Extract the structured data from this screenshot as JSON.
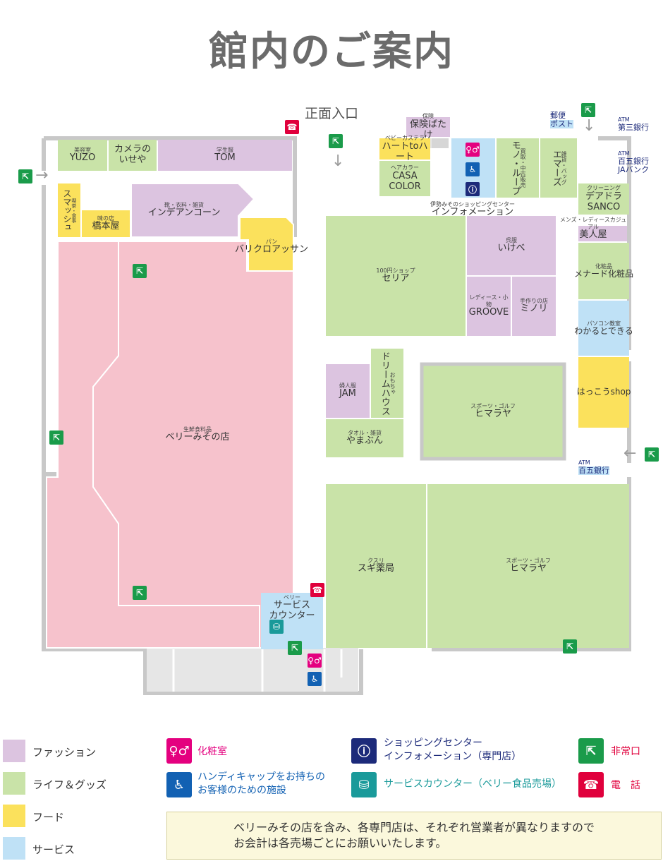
{
  "title": "館内のご案内",
  "entrance": "正面入口",
  "colors": {
    "fashion": "#dcc4e0",
    "life": "#c9e3a8",
    "food": "#fbe15c",
    "service": "#bfe1f6",
    "supermarket": "#f6c2cc",
    "common": "#e6e6e6",
    "wall": "#bdbdbd"
  },
  "stores": {
    "yuzo": {
      "sub": "美容室",
      "name": "YUZO"
    },
    "camera": {
      "name": "カメラの\nいせや"
    },
    "tom": {
      "sub": "学生服",
      "name": "TOM"
    },
    "indian": {
      "sub": "靴・衣料・雑貨",
      "name": "インデアンコーン"
    },
    "smash": {
      "sub": "喫茶・食事",
      "name": "スマッシュ"
    },
    "hashimoto": {
      "sub": "味の店",
      "name": "橋本屋"
    },
    "barikuro": {
      "sub": "パン",
      "name": "バリクロアッサン"
    },
    "berry": {
      "sub": "生鮮食料品",
      "name": "ベリーみその店"
    },
    "hoken": {
      "sub": "保険",
      "name": "保険ばたけ"
    },
    "heart": {
      "sub": "ベビーカステラ",
      "name": "ハートtoハート"
    },
    "casa": {
      "sub": "ヘアカラー",
      "name": "CASA COLOR"
    },
    "mono": {
      "sub": "買取・中古販売",
      "name": "モノ・ループ"
    },
    "emaz": {
      "sub": "雑貨・バッグ",
      "name": "エマーズ"
    },
    "info": {
      "sub": "伊勢みそのショッピングセンター",
      "name": "インフォメーション"
    },
    "deadra": {
      "sub": "クリーニング",
      "name": "デアドラ\nSANCO"
    },
    "bijin": {
      "sub": "メンズ・レディースカジュアル",
      "name": "美人屋"
    },
    "seria": {
      "sub": "100円ショップ",
      "name": "セリア"
    },
    "ikebe": {
      "sub": "呉服",
      "name": "いけべ"
    },
    "groove": {
      "sub": "レディース・小物",
      "name": "GROOVE"
    },
    "minori": {
      "sub": "手作りの店",
      "name": "ミノリ"
    },
    "menard": {
      "sub": "化粧品",
      "name": "メナード化粧品"
    },
    "wakaru": {
      "sub": "パソコン教室",
      "name": "わかるとできる"
    },
    "hakko": {
      "name": "はっこうshop"
    },
    "jam": {
      "sub": "婦人服",
      "name": "JAM"
    },
    "dream": {
      "sub": "おもちゃ",
      "name": "ドリームハウス"
    },
    "yamabun": {
      "sub": "タオル・雑貨",
      "name": "やまぶん"
    },
    "himaraya1": {
      "sub": "スポーツ・ゴルフ",
      "name": "ヒマラヤ"
    },
    "sugi": {
      "sub": "クスリ",
      "name": "スギ薬局"
    },
    "himaraya2": {
      "sub": "スポーツ・ゴルフ",
      "name": "ヒマラヤ"
    },
    "servicecounter": {
      "sub": "ベリー",
      "name": "サービス\nカウンター"
    }
  },
  "atms": {
    "post": {
      "l1": "郵便",
      "l2": "ポスト"
    },
    "atm_daisan": {
      "l1": "ATM",
      "l2": "第三銀行"
    },
    "atm_hyakugo_ja": {
      "l1": "ATM",
      "l2": "百五銀行",
      "l3": "JAバンク"
    },
    "atm_hyakugo": {
      "l1": "ATM",
      "l2": "百五銀行"
    }
  },
  "legend": {
    "categories": [
      {
        "label": "ファッション",
        "color": "#dcc4e0"
      },
      {
        "label": "ライフ＆グッズ",
        "color": "#c9e3a8"
      },
      {
        "label": "フード",
        "color": "#fbe15c"
      },
      {
        "label": "サービス",
        "color": "#bfe1f6"
      }
    ],
    "wc": {
      "label": "化粧室",
      "color": "#e4007f"
    },
    "handicap": {
      "label": "ハンディキャップをお持ちの\nお客様のための施設",
      "color": "#1261b3"
    },
    "info": {
      "label": "ショッピングセンター\nインフォメーション（専門店）",
      "color": "#1c2a7a"
    },
    "servicecounter": {
      "label": "サービスカウンター（ベリー食品売場）",
      "color": "#1a9a9a"
    },
    "exit": {
      "label": "非常口",
      "color": "#e0003c"
    },
    "phone": {
      "label": "電　話",
      "color": "#e0003c"
    }
  },
  "note": "ベリーみその店を含み、各専門店は、それぞれ営業者が異なりますので\nお会計は各売場ごとにお願いいたします。"
}
